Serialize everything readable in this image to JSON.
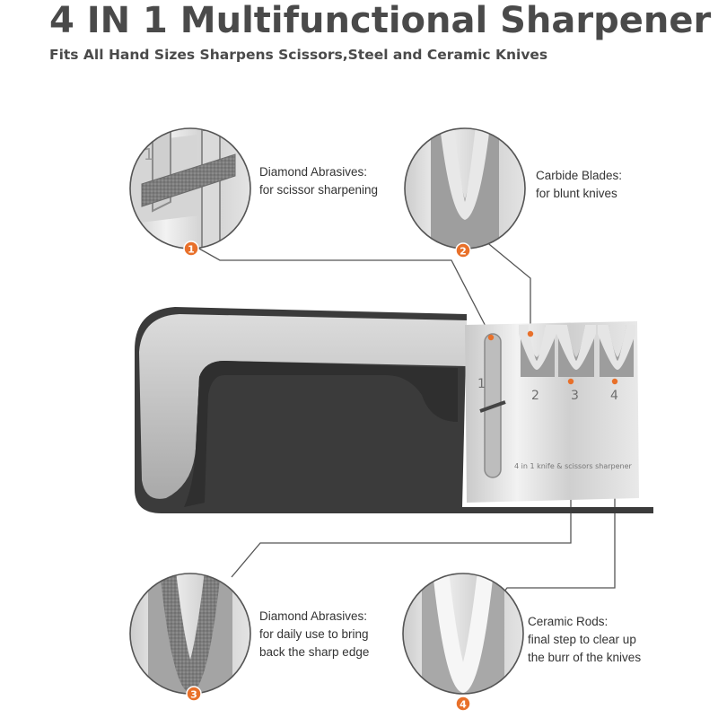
{
  "header": {
    "title": "4 IN 1 Multifunctional Sharpener",
    "subtitle": "Fits All Hand Sizes Sharpens Scissors,Steel and Ceramic Knives"
  },
  "callouts": [
    {
      "number": "1",
      "heading": "Diamond Abrasives:",
      "lines": [
        "for scissor sharpening"
      ]
    },
    {
      "number": "2",
      "heading": "Carbide Blades:",
      "lines": [
        "for blunt knives"
      ]
    },
    {
      "number": "3",
      "heading": "Diamond Abrasives:",
      "lines": [
        "for daily use to bring",
        "back the sharp edge"
      ]
    },
    {
      "number": "4",
      "heading": "Ceramic Rods:",
      "lines": [
        "final step to clear up",
        "the burr of the knives"
      ]
    }
  ],
  "product": {
    "slot_numbers": [
      "1",
      "2",
      "3",
      "4"
    ],
    "engraving": "4 in 1 knife & scissors sharpener"
  },
  "colors": {
    "accent": "#e8702a",
    "body_dark": "#3c3c3c",
    "steel_light": "#e6e6e6",
    "steel_mid": "#b8b8b8",
    "line": "#555555"
  }
}
